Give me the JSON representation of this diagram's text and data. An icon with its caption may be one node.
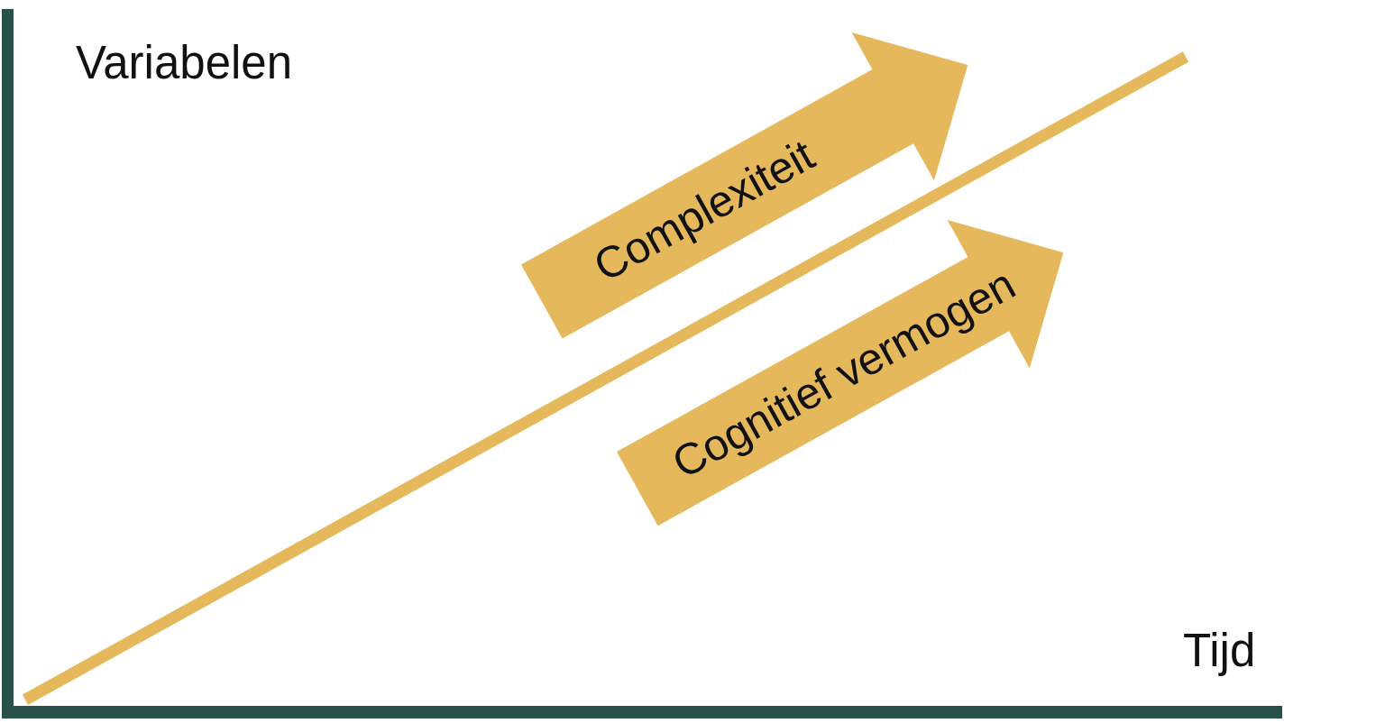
{
  "diagram": {
    "nodes": [
      {
        "text": [
          "Complexiteit"
        ]
      },
      {
        "text": [
          "Cognitief vermogen"
        ]
      }
    ],
    "labels": [
      "Variabelen",
      "Tijd"
    ]
  }
}
